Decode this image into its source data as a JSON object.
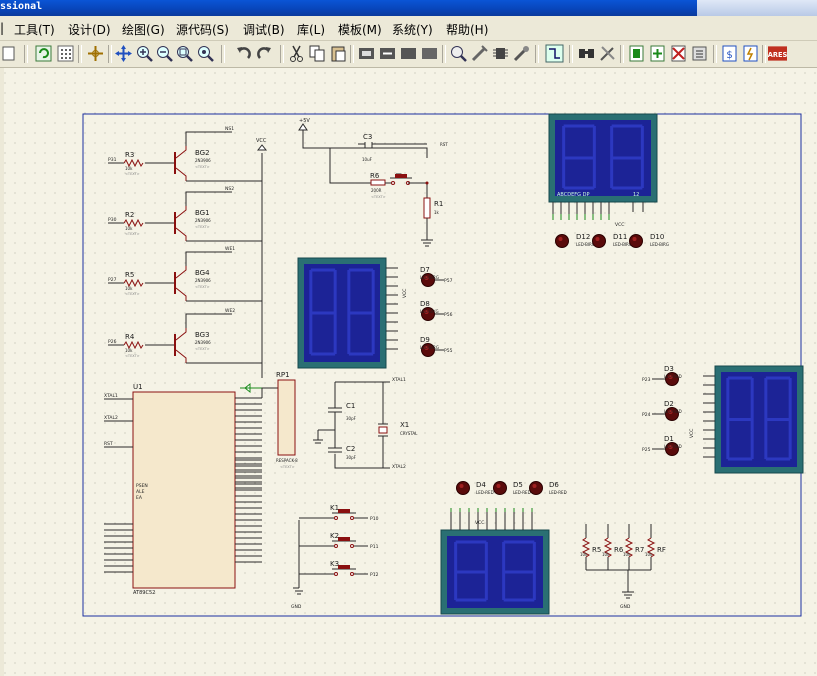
{
  "window": {
    "title": "ssional"
  },
  "menu": [
    "工具(T)",
    "设计(D)",
    "绘图(G)",
    "源代码(S)",
    "调试(B)",
    "库(L)",
    "模板(M)",
    "系统(Y)",
    "帮助(H)"
  ],
  "toolbar": {
    "icons": [
      "page-icon",
      "refresh-icon",
      "grid-icon",
      "origin-icon",
      "pan-icon",
      "zoom-in-icon",
      "zoom-out-icon",
      "zoom-all-icon",
      "zoom-area-icon",
      "undo-icon",
      "redo-icon",
      "cut-icon",
      "copy-icon",
      "paste-icon",
      "block-copy-icon",
      "block-move-icon",
      "block-rotate-icon",
      "block-delete-icon",
      "pick-device-icon",
      "make-device-icon",
      "package-icon",
      "decompose-icon",
      "wire-autorouter-icon",
      "search-icon",
      "property-assign-icon",
      "new-sheet-icon",
      "remove-sheet-icon",
      "goto-sheet-icon",
      "bom-icon",
      "check-icon",
      "ares-icon"
    ],
    "ares_label": "ARES"
  },
  "schematic": {
    "transistors": [
      {
        "ref": "BG2",
        "part": "2N3906",
        "text": "<TEXT>",
        "net": "NS1"
      },
      {
        "ref": "BG1",
        "part": "2N3906",
        "text": "<TEXT>",
        "net": "NS2"
      },
      {
        "ref": "BG4",
        "part": "2N3906",
        "text": "<TEXT>",
        "net": "WE1"
      },
      {
        "ref": "BG3",
        "part": "2N3906",
        "text": "<TEXT>",
        "net": "WE2"
      }
    ],
    "resistors_left": [
      {
        "ref": "R3",
        "val": "10k",
        "text": "<TEXT>",
        "pin": "P31"
      },
      {
        "ref": "R2",
        "val": "10k",
        "text": "<TEXT>",
        "pin": "P30"
      },
      {
        "ref": "R5",
        "val": "10k",
        "text": "<TEXT>",
        "pin": "P27"
      },
      {
        "ref": "R4",
        "val": "10k",
        "text": "<TEXT>",
        "pin": "P26"
      }
    ],
    "reset": {
      "c3": "C3",
      "c3v": "10uF",
      "r6": "R6",
      "r6v": "200R",
      "r1": "R1",
      "r1v": "1k",
      "vcc": "+5V",
      "rst": "RST",
      "text": "<TEXT>"
    },
    "leds_top": [
      {
        "ref": "D12",
        "part": "LED-BIRG"
      },
      {
        "ref": "D11",
        "part": "LED-BIRG"
      },
      {
        "ref": "D10",
        "part": "LED-BIRG"
      }
    ],
    "leds_mid": [
      {
        "ref": "D7",
        "part": "LED-BIRG",
        "pin": "P57"
      },
      {
        "ref": "D8",
        "part": "LED-BIYG",
        "pin": "P56"
      },
      {
        "ref": "D9",
        "part": "LED-BIRG",
        "pin": "P55"
      }
    ],
    "leds_right": [
      {
        "ref": "D3",
        "part": "LED-RED",
        "pin": "P23"
      },
      {
        "ref": "D2",
        "part": "LED-RED",
        "pin": "P24"
      },
      {
        "ref": "D1",
        "part": "LED-RED",
        "pin": "P25"
      }
    ],
    "leds_bottom": [
      {
        "ref": "D4",
        "part": "LED-RED"
      },
      {
        "ref": "D5",
        "part": "LED-RED"
      },
      {
        "ref": "D6",
        "part": "LED-RED"
      }
    ],
    "mcu": {
      "ref": "U1",
      "part": "AT89C52",
      "xtal1": "XTAL1",
      "xtal2": "XTAL2",
      "rst": "RST",
      "psen": "PSEN",
      "ale": "ALE",
      "ea": "EA"
    },
    "rp": {
      "ref": "RP1",
      "part": "RESPACK-8",
      "text": "<TEXT>"
    },
    "xtal": {
      "c1": "C1",
      "c1v": "30pF",
      "c2": "C2",
      "c2v": "30pF",
      "x1": "X1",
      "x1v": "CRYSTAL",
      "xtal1": "XTAL1",
      "xtal2": "XTAL2"
    },
    "keys": [
      {
        "ref": "K1",
        "pin": "P10"
      },
      {
        "ref": "K2",
        "pin": "P11"
      },
      {
        "ref": "K3",
        "pin": "P12"
      }
    ],
    "res_bottom": [
      {
        "ref": "R5",
        "val": "10k"
      },
      {
        "ref": "R6",
        "val": "10k"
      },
      {
        "ref": "R7",
        "val": "10k"
      },
      {
        "ref": "RF",
        "val": "10k"
      }
    ],
    "gnd": "GND",
    "vcc": "VCC",
    "seg_label": "ABCDEFG DP",
    "seg_digits": "12"
  }
}
